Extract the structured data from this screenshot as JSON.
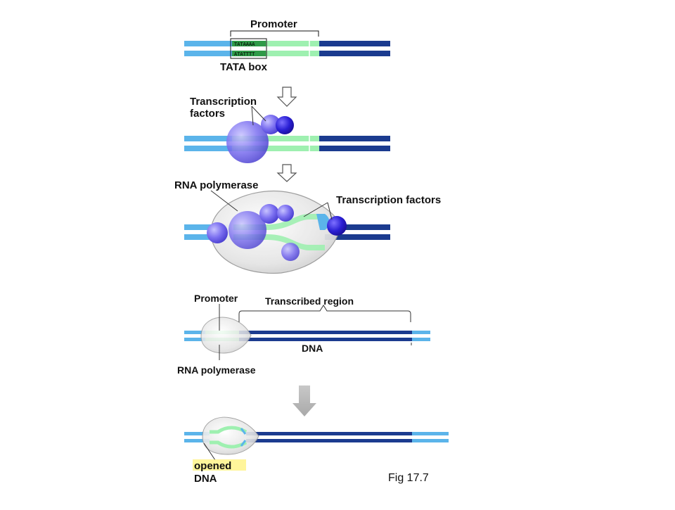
{
  "step1": {
    "promoter_label": "Promoter",
    "tata_label": "TATA box",
    "tata_top_seq": "TATAAAA",
    "tata_bottom_seq": "ATATTTT"
  },
  "step2": {
    "tf_label_line1": "Transcription",
    "tf_label_line2": "factors"
  },
  "step3": {
    "rnap_label": "RNA polymerase",
    "tf_label": "Transcription factors"
  },
  "step4": {
    "promoter_label": "Promoter",
    "region_label": "Transcribed region",
    "dna_label": "DNA",
    "rnap_label": "RNA polymerase"
  },
  "step5": {
    "opened_label": "opened",
    "dna_label": "DNA"
  },
  "figure_caption": "Fig 17.7",
  "colors": {
    "dna_light_blue": "#5bb4ea",
    "dna_dark_blue": "#1b3b8f",
    "promoter_green": "#9ef0b0",
    "tf_purple": "#7b6ff0",
    "tf_dark": "#2618c8",
    "polymerase_grey": "#d9d9d9",
    "highlight_yellow": "#fff27a"
  }
}
